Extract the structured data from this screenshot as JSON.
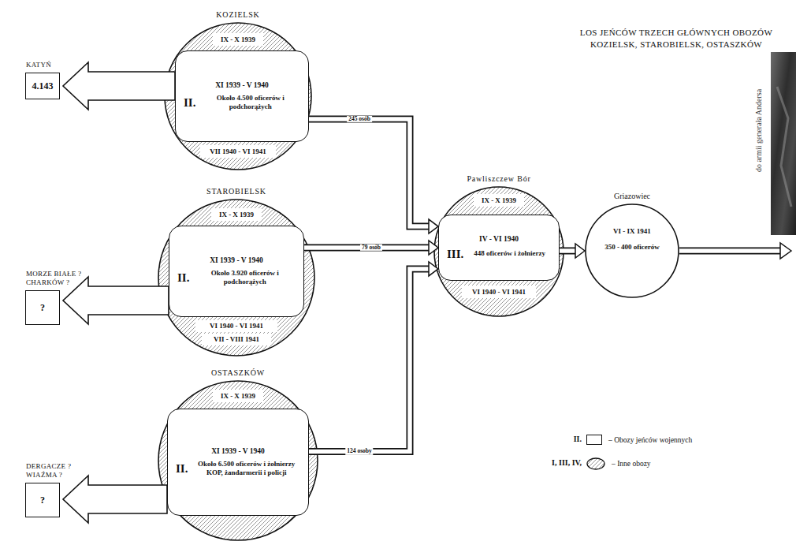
{
  "diagram": {
    "title": "LOS JEŃCÓW TRZECH GŁÓWNYCH OBOZÓW KOZIELSK, STAROBIELSK, OSTASZKÓW",
    "nodes": [
      {
        "text": [
          "KATYŃ",
          "4.143"
        ]
      },
      {
        "text": [
          "KOZIELSK"
        ]
      },
      {
        "text": [
          "IX - X 1939"
        ],
        "in": 1
      },
      {
        "text": [
          "XI 1939 - V 1940",
          "II.",
          "Około 4.500 oficerów i podchorążych"
        ],
        "in": 1
      },
      {
        "text": [
          "VII 1940 - VI 1941"
        ],
        "in": 1
      },
      {
        "text": [
          "MORZE BIAŁE ? CHARKÓW ?",
          "?"
        ]
      },
      {
        "text": [
          "STAROBIELSK"
        ]
      },
      {
        "text": [
          "IX - X 1939"
        ],
        "in": 6
      },
      {
        "text": [
          "XI 1939 - V 1940",
          "II.",
          "Około 3.920 oficerów i podchorążych"
        ],
        "in": 6
      },
      {
        "text": [
          "VI 1940 - VI 1941"
        ],
        "in": 6
      },
      {
        "text": [
          "VII - VIII 1941"
        ],
        "in": 6
      },
      {
        "text": [
          "DERGACZE ? WIAŹMA ?",
          "?"
        ]
      },
      {
        "text": [
          "OSTASZKÓW"
        ]
      },
      {
        "text": [
          "IX - X 1939"
        ],
        "in": 12
      },
      {
        "text": [
          "XI 1939 - V 1940",
          "II.",
          "Około 6.500 oficerów i żołnierzy KOP, żandarmerii i policji"
        ],
        "in": 12
      },
      {
        "text": [
          "Pawliszczew Bór"
        ]
      },
      {
        "text": [
          "IX - X 1939"
        ],
        "in": 15
      },
      {
        "text": [
          "IV - VI 1940",
          "III.",
          "448 oficerów i żołnierzy"
        ],
        "in": 15
      },
      {
        "text": [
          "VI 1940 - VI 1941"
        ],
        "in": 15
      },
      {
        "text": [
          "Griazowiec",
          "VI - IX 1941",
          "350 - 400 oficerów"
        ]
      }
    ],
    "edges": [
      {
        "from": 3,
        "to": 0,
        "arrow": "to"
      },
      {
        "from": 8,
        "to": 5,
        "arrow": "to"
      },
      {
        "from": 14,
        "to": 11,
        "arrow": "to"
      },
      {
        "from": 3,
        "to": 17,
        "label": "245 osób",
        "arrow": "to"
      },
      {
        "from": 8,
        "to": 17,
        "label": "79 osób",
        "arrow": "to"
      },
      {
        "from": 14,
        "to": 17,
        "label": "124 osoby",
        "arrow": "to"
      },
      {
        "from": 17,
        "to": 19,
        "arrow": "to"
      }
    ],
    "labels": [
      "do armii generała Andersa",
      "II.",
      "I, III, IV,"
    ],
    "legend": [
      {
        "text": "– Obozy jeńców wojennych"
      },
      {
        "text": "– Inne obozy"
      }
    ]
  }
}
